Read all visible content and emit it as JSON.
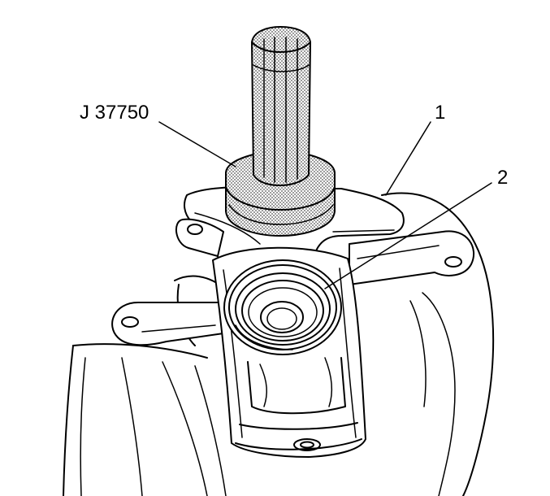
{
  "callouts": {
    "tool_label": "J 37750",
    "item_1": "1",
    "item_2": "2"
  },
  "colors": {
    "line": "#000000",
    "background": "#ffffff",
    "tool_shading": "#6e6e6e"
  }
}
